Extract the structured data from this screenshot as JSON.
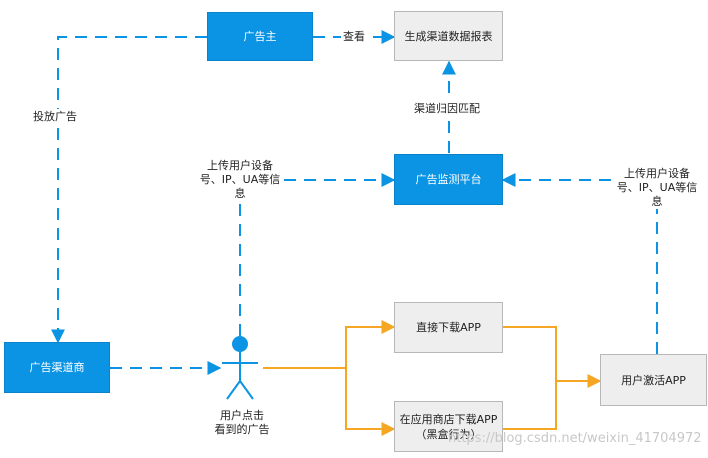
{
  "nodes": {
    "advertiser": "广告主",
    "report": "生成渠道数据报表",
    "monitor": "广告监测平台",
    "channel": "广告渠道商",
    "direct_download": "直接下载APP",
    "store_download_line1": "在应用商店下载APP",
    "store_download_line2": "（黑盒行为）",
    "activate": "用户激活APP"
  },
  "labels": {
    "view": "查看",
    "place_ad": "投放广告",
    "attribution": "渠道归因匹配",
    "upload_left_1": "上传用户设备",
    "upload_left_2": "号、IP、UA等信",
    "upload_left_3": "息",
    "upload_right_1": "上传用户设备",
    "upload_right_2": "号、IP、UA等信",
    "upload_right_3": "息",
    "user_line1": "用户点击",
    "user_line2": "看到的广告"
  },
  "watermark": "https://blog.csdn.net/weixin_41704972",
  "colors": {
    "blue_node": "#0b93e4",
    "grey_node": "#eeeeee",
    "dashed_line": "#0b93e4",
    "orange_line": "#f5a623"
  }
}
